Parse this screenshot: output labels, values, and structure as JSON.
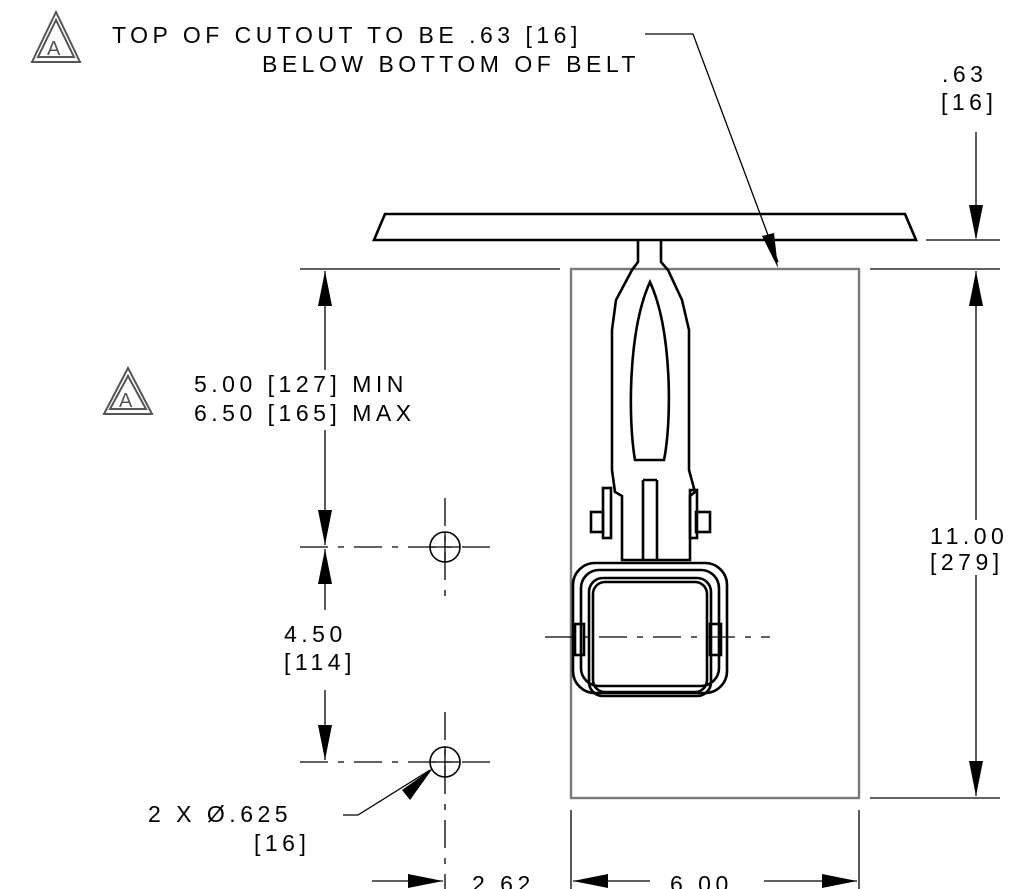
{
  "notes": {
    "revision_mark": "A",
    "cutout_note": [
      "TOP OF CUTOUT TO BE .63 [16]",
      "BELOW BOTTOM OF BELT"
    ],
    "height_range": [
      "5.00 [127] MIN",
      "6.50 [165] MAX"
    ]
  },
  "dimensions": {
    "top_offset": [
      ".63",
      "[16]"
    ],
    "overall_height": [
      "11.00",
      "[279]"
    ],
    "hole_spacing": [
      "4.50",
      "[114]"
    ],
    "hole_spec": [
      "2 X Ø.625",
      "[16]"
    ],
    "hole_offset": "2.62",
    "cutout_width": "6.00"
  }
}
